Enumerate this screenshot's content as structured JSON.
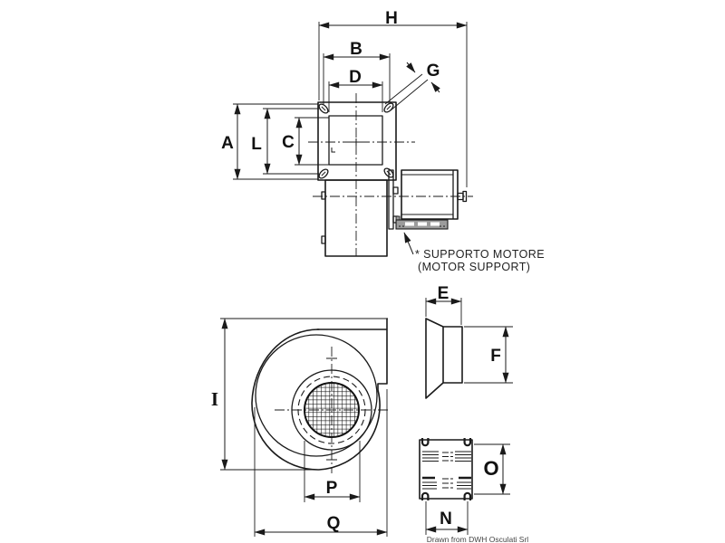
{
  "diagram": {
    "type": "technical-drawing",
    "subject": "Centrifugal blower fan - dimensional drawing (plan view, front view, inlet flange side view, motor end view)",
    "dimension_labels": {
      "h": "H",
      "b": "B",
      "d": "D",
      "g": "G",
      "a": "A",
      "l": "L",
      "c": "C",
      "e": "E",
      "f": "F",
      "i": "I",
      "p": "P",
      "q": "Q",
      "o": "O",
      "n": "N"
    },
    "annotations": {
      "motor_support_note_line1": "* SUPPORTO MOTORE",
      "motor_support_note_line2": "(MOTOR SUPPORT)",
      "credit": "Drawn from DWH Osculati Srl"
    },
    "colors": {
      "line": "#1a1a1a",
      "support_plate": "#9c9c9c",
      "background": "#ffffff"
    }
  }
}
